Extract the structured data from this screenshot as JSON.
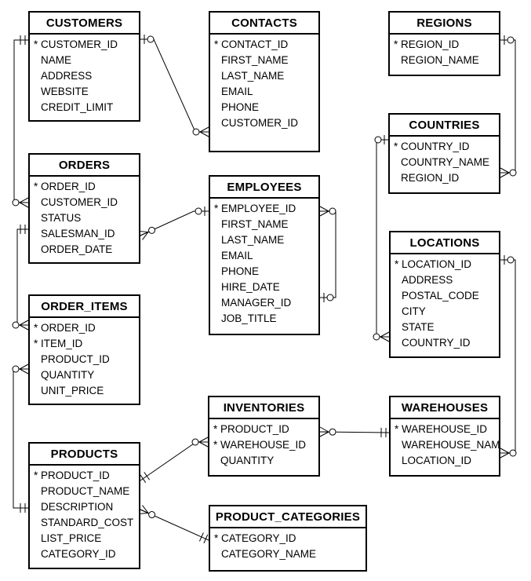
{
  "colors": {
    "background": "#ffffff",
    "line": "#000000",
    "box_fill": "#ffffff",
    "text": "#000000"
  },
  "pk_marker": "*",
  "entities": {
    "customers": {
      "title": "CUSTOMERS",
      "fields": [
        {
          "pk": true,
          "name": "CUSTOMER_ID"
        },
        {
          "pk": false,
          "name": "NAME"
        },
        {
          "pk": false,
          "name": "ADDRESS"
        },
        {
          "pk": false,
          "name": "WEBSITE"
        },
        {
          "pk": false,
          "name": "CREDIT_LIMIT"
        }
      ]
    },
    "contacts": {
      "title": "CONTACTS",
      "fields": [
        {
          "pk": true,
          "name": "CONTACT_ID"
        },
        {
          "pk": false,
          "name": "FIRST_NAME"
        },
        {
          "pk": false,
          "name": "LAST_NAME"
        },
        {
          "pk": false,
          "name": "EMAIL"
        },
        {
          "pk": false,
          "name": "PHONE"
        },
        {
          "pk": false,
          "name": "CUSTOMER_ID"
        }
      ]
    },
    "regions": {
      "title": "REGIONS",
      "fields": [
        {
          "pk": true,
          "name": "REGION_ID"
        },
        {
          "pk": false,
          "name": "REGION_NAME"
        }
      ]
    },
    "orders": {
      "title": "ORDERS",
      "fields": [
        {
          "pk": true,
          "name": "ORDER_ID"
        },
        {
          "pk": false,
          "name": "CUSTOMER_ID"
        },
        {
          "pk": false,
          "name": "STATUS"
        },
        {
          "pk": false,
          "name": "SALESMAN_ID"
        },
        {
          "pk": false,
          "name": "ORDER_DATE"
        }
      ]
    },
    "employees": {
      "title": "EMPLOYEES",
      "fields": [
        {
          "pk": true,
          "name": "EMPLOYEE_ID"
        },
        {
          "pk": false,
          "name": "FIRST_NAME"
        },
        {
          "pk": false,
          "name": "LAST_NAME"
        },
        {
          "pk": false,
          "name": "EMAIL"
        },
        {
          "pk": false,
          "name": "PHONE"
        },
        {
          "pk": false,
          "name": "HIRE_DATE"
        },
        {
          "pk": false,
          "name": "MANAGER_ID"
        },
        {
          "pk": false,
          "name": "JOB_TITLE"
        }
      ]
    },
    "countries": {
      "title": "COUNTRIES",
      "fields": [
        {
          "pk": true,
          "name": "COUNTRY_ID"
        },
        {
          "pk": false,
          "name": "COUNTRY_NAME"
        },
        {
          "pk": false,
          "name": "REGION_ID"
        }
      ]
    },
    "order_items": {
      "title": "ORDER_ITEMS",
      "fields": [
        {
          "pk": true,
          "name": "ORDER_ID"
        },
        {
          "pk": true,
          "name": "ITEM_ID"
        },
        {
          "pk": false,
          "name": "PRODUCT_ID"
        },
        {
          "pk": false,
          "name": "QUANTITY"
        },
        {
          "pk": false,
          "name": "UNIT_PRICE"
        }
      ]
    },
    "locations": {
      "title": "LOCATIONS",
      "fields": [
        {
          "pk": true,
          "name": "LOCATION_ID"
        },
        {
          "pk": false,
          "name": "ADDRESS"
        },
        {
          "pk": false,
          "name": "POSTAL_CODE"
        },
        {
          "pk": false,
          "name": "CITY"
        },
        {
          "pk": false,
          "name": "STATE"
        },
        {
          "pk": false,
          "name": "COUNTRY_ID"
        }
      ]
    },
    "products": {
      "title": "PRODUCTS",
      "fields": [
        {
          "pk": true,
          "name": "PRODUCT_ID"
        },
        {
          "pk": false,
          "name": "PRODUCT_NAME"
        },
        {
          "pk": false,
          "name": "DESCRIPTION"
        },
        {
          "pk": false,
          "name": "STANDARD_COST"
        },
        {
          "pk": false,
          "name": "LIST_PRICE"
        },
        {
          "pk": false,
          "name": "CATEGORY_ID"
        }
      ]
    },
    "inventories": {
      "title": "INVENTORIES",
      "fields": [
        {
          "pk": true,
          "name": "PRODUCT_ID"
        },
        {
          "pk": true,
          "name": "WAREHOUSE_ID"
        },
        {
          "pk": false,
          "name": "QUANTITY"
        }
      ]
    },
    "warehouses": {
      "title": "WAREHOUSES",
      "fields": [
        {
          "pk": true,
          "name": "WAREHOUSE_ID"
        },
        {
          "pk": false,
          "name": "WAREHOUSE_NAME"
        },
        {
          "pk": false,
          "name": "LOCATION_ID"
        }
      ]
    },
    "product_categories": {
      "title": "PRODUCT_CATEGORIES",
      "fields": [
        {
          "pk": true,
          "name": "CATEGORY_ID"
        },
        {
          "pk": false,
          "name": "CATEGORY_NAME"
        }
      ]
    }
  },
  "relationships": [
    {
      "id": "customers-contacts",
      "from": "CUSTOMERS",
      "to": "CONTACTS",
      "from_end": "zero-or-one",
      "to_end": "zero-or-many"
    },
    {
      "id": "customers-orders",
      "from": "CUSTOMERS",
      "to": "ORDERS",
      "from_end": "exactly-one",
      "to_end": "zero-or-many"
    },
    {
      "id": "orders-order-items",
      "from": "ORDERS",
      "to": "ORDER_ITEMS",
      "from_end": "exactly-one",
      "to_end": "zero-or-many"
    },
    {
      "id": "order-items-products",
      "from": "ORDER_ITEMS",
      "to": "PRODUCTS",
      "from_end": "zero-or-many",
      "to_end": "exactly-one"
    },
    {
      "id": "orders-employees",
      "from": "ORDERS",
      "to": "EMPLOYEES",
      "from_end": "zero-or-many",
      "to_end": "zero-or-one"
    },
    {
      "id": "employees-manager",
      "from": "EMPLOYEES",
      "to": "EMPLOYEES",
      "from_end": "zero-or-many",
      "to_end": "zero-or-one"
    },
    {
      "id": "regions-countries",
      "from": "REGIONS",
      "to": "COUNTRIES",
      "from_end": "zero-or-one",
      "to_end": "zero-or-many"
    },
    {
      "id": "countries-locations",
      "from": "COUNTRIES",
      "to": "LOCATIONS",
      "from_end": "zero-or-one",
      "to_end": "zero-or-many"
    },
    {
      "id": "locations-warehouses",
      "from": "LOCATIONS",
      "to": "WAREHOUSES",
      "from_end": "zero-or-one",
      "to_end": "zero-or-many"
    },
    {
      "id": "inventories-warehouses",
      "from": "INVENTORIES",
      "to": "WAREHOUSES",
      "from_end": "zero-or-many",
      "to_end": "exactly-one"
    },
    {
      "id": "products-inventories",
      "from": "PRODUCTS",
      "to": "INVENTORIES",
      "from_end": "exactly-one",
      "to_end": "zero-or-many"
    },
    {
      "id": "products-product-categories",
      "from": "PRODUCTS",
      "to": "PRODUCT_CATEGORIES",
      "from_end": "zero-or-many",
      "to_end": "exactly-one"
    }
  ]
}
